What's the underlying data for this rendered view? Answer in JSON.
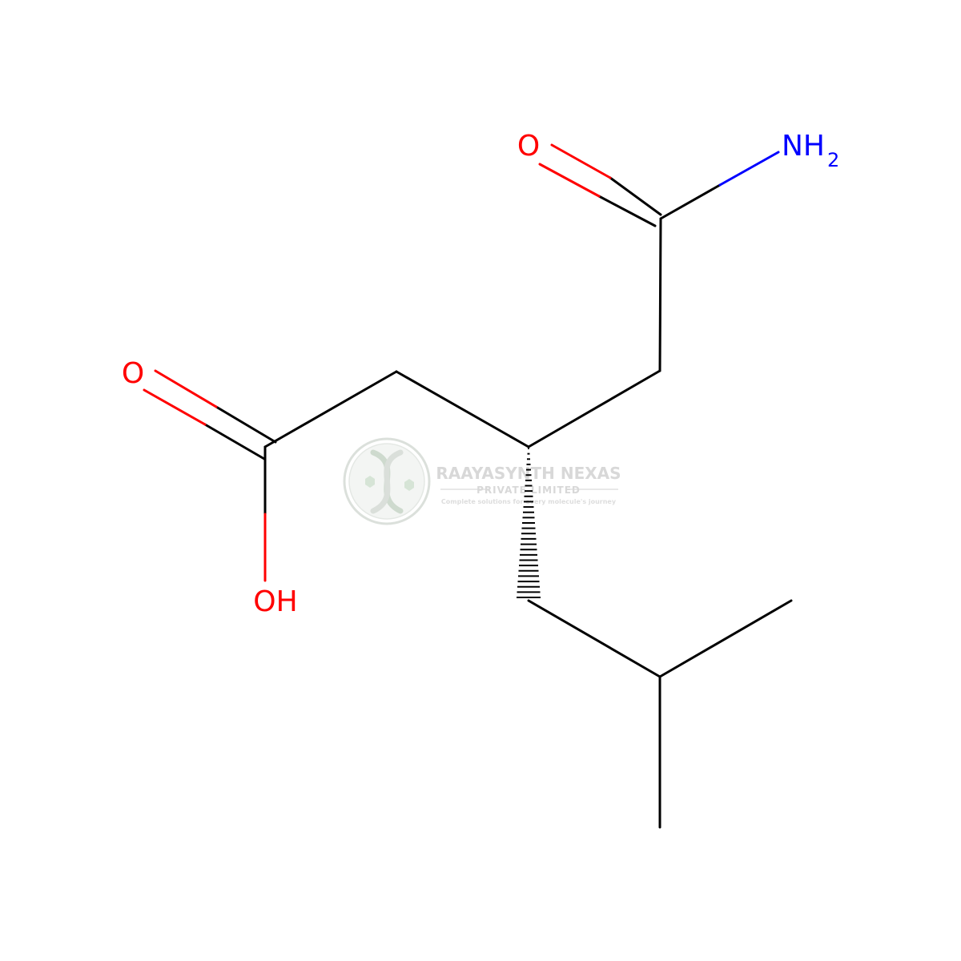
{
  "molecule": {
    "atom_labels": {
      "carbonyl_oxygen_amide": "O",
      "amine": "NH",
      "amine_subscript": "2",
      "carbonyl_oxygen_acid": "O",
      "hydroxyl": "OH"
    },
    "colors": {
      "bond": "#000000",
      "oxygen": "#ff0000",
      "nitrogen": "#0000ff",
      "background": "#ffffff"
    },
    "stereo_bond": "hashed-wedge"
  },
  "watermark": {
    "company": "RAAYASYNTH NEXAS",
    "subtitle": "PRIVATE LIMITED",
    "tagline": "Complete solutions for every molecule's journey",
    "colors": {
      "logo": "#c9d6c9",
      "text": "#d4d4d4"
    }
  }
}
